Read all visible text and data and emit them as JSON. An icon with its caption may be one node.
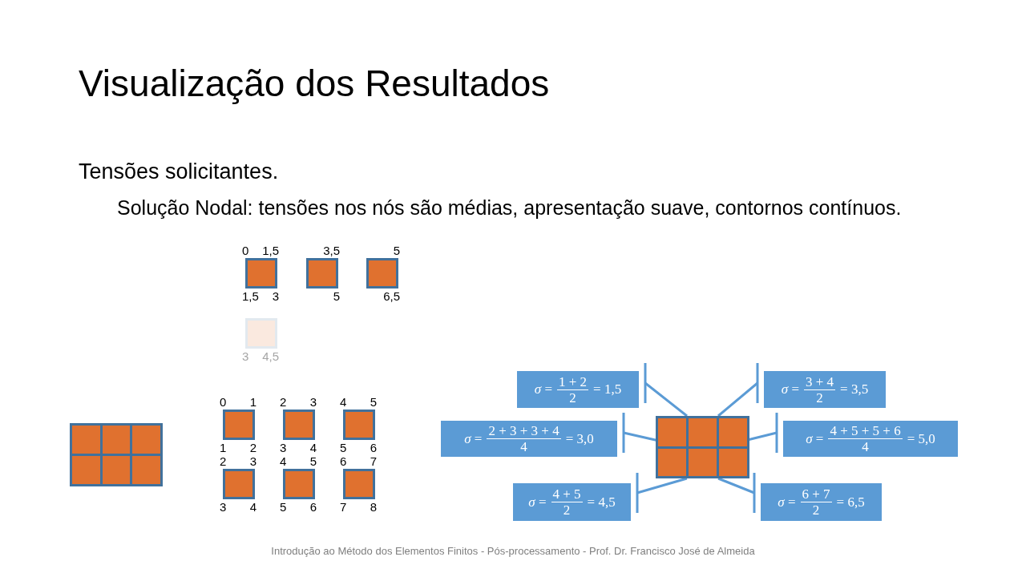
{
  "diagram": {
    "title": "Visualização dos Resultados",
    "nodes": [
      {
        "text": [],
        "shape": "box",
        "beside": [
          "0",
          "1,5",
          "1,5",
          "3"
        ]
      },
      {
        "text": [],
        "shape": "box",
        "beside": [
          "3,5",
          "5"
        ]
      },
      {
        "text": [],
        "shape": "box",
        "beside": [
          "5",
          "6,5"
        ]
      },
      {
        "text": [],
        "shape": "box",
        "beside": [
          "3",
          "4,5"
        ]
      },
      {
        "text": [],
        "shape": "box"
      },
      {
        "text": [],
        "shape": "box",
        "beside": [
          "0",
          "1",
          "1",
          "2"
        ]
      },
      {
        "text": [],
        "shape": "box",
        "beside": [
          "2",
          "3",
          "3",
          "4"
        ]
      },
      {
        "text": [],
        "shape": "box",
        "beside": [
          "4",
          "5",
          "5",
          "6"
        ]
      },
      {
        "text": [],
        "shape": "box",
        "beside": [
          "2",
          "3",
          "3",
          "4"
        ]
      },
      {
        "text": [],
        "shape": "box",
        "beside": [
          "4",
          "5",
          "5",
          "6"
        ]
      },
      {
        "text": [],
        "shape": "box",
        "beside": [
          "6",
          "7",
          "7",
          "8"
        ]
      },
      {
        "text": [
          "*σ* =",
          "1 + 2",
          "2",
          "= 1,5"
        ]
      },
      {
        "text": [
          "*σ* =",
          "3 + 4",
          "2",
          "= 3,5"
        ]
      },
      {
        "text": [
          "*σ* =",
          "2 + 3 + 3 + 4",
          "4",
          "= 3,0"
        ]
      },
      {
        "text": [
          "*σ* =",
          "4 + 5 + 5 + 6",
          "4",
          "= 5,0"
        ]
      },
      {
        "text": [
          "*σ* =",
          "4 + 5",
          "2",
          "= 4,5"
        ]
      },
      {
        "text": [
          "*σ* =",
          "6 + 7",
          "2",
          "= 6,5"
        ]
      },
      {
        "text": [],
        "shape": "box"
      }
    ],
    "edges": [
      {
        "from": 11,
        "to": 17,
        "arrow": "other"
      },
      {
        "from": 12,
        "to": 17,
        "arrow": "other"
      },
      {
        "from": 13,
        "to": 17,
        "arrow": "other"
      },
      {
        "from": 14,
        "to": 17,
        "arrow": "other"
      },
      {
        "from": 15,
        "to": 17,
        "arrow": "other"
      },
      {
        "from": 16,
        "to": 17,
        "arrow": "other"
      }
    ],
    "labels": [
      "Tensões solicitantes.",
      "Solução Nodal: tensões nos nós são médias, apresentação suave, contornos contínuos.",
      "Introdução ao Método dos Elementos Finitos - Pós-processamento - Prof. Dr. Francisco José de Almeida"
    ]
  }
}
